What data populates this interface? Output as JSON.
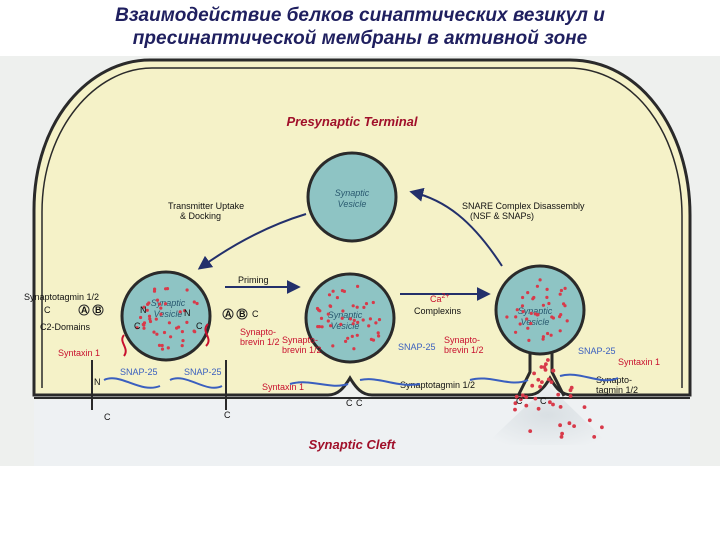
{
  "title": {
    "line1": "Взаимодействие белков синаптических везикул и",
    "line2": "пресинаптической мембраны в активной зоне"
  },
  "diagram": {
    "presynaptic_terminal": "Presynaptic Terminal",
    "synaptic_cleft": "Synaptic Cleft",
    "vesicle_label_1": "Synaptic",
    "vesicle_label_2": "Vesicle",
    "uptake_1": "Transmitter Uptake",
    "uptake_2": "& Docking",
    "disassembly_1": "SNARE Complex Disassembly",
    "disassembly_2": "(NSF & SNAPs)",
    "priming": "Priming",
    "ca": "Ca",
    "ca_sup": "2+",
    "complexins": "Complexins",
    "synaptotagmin_1_2": "Synaptotagmin 1/2",
    "c2_domains": "C2-Domains",
    "syntaxin_1": "Syntaxin 1",
    "snap25": "SNAP-25",
    "synaptobrevin_1": "Synapto-",
    "synaptobrevin_2": "brevin 1/2",
    "synaptotagmin_short_1": "Synapto-",
    "synaptotagmin_short_2": "tagmin 1/2",
    "n": "N",
    "c": "C",
    "a": "A",
    "b": "B"
  },
  "colors": {
    "title": "#1f1f5f",
    "terminal_fill": "#f5f2c8",
    "membrane": "#2a2a2a",
    "vesicle_fill": "#8ec4c4",
    "dot": "#d83a4a",
    "syntaxin": "#c8102e",
    "snap25": "#3a5fbf",
    "arrow": "#23306b"
  }
}
